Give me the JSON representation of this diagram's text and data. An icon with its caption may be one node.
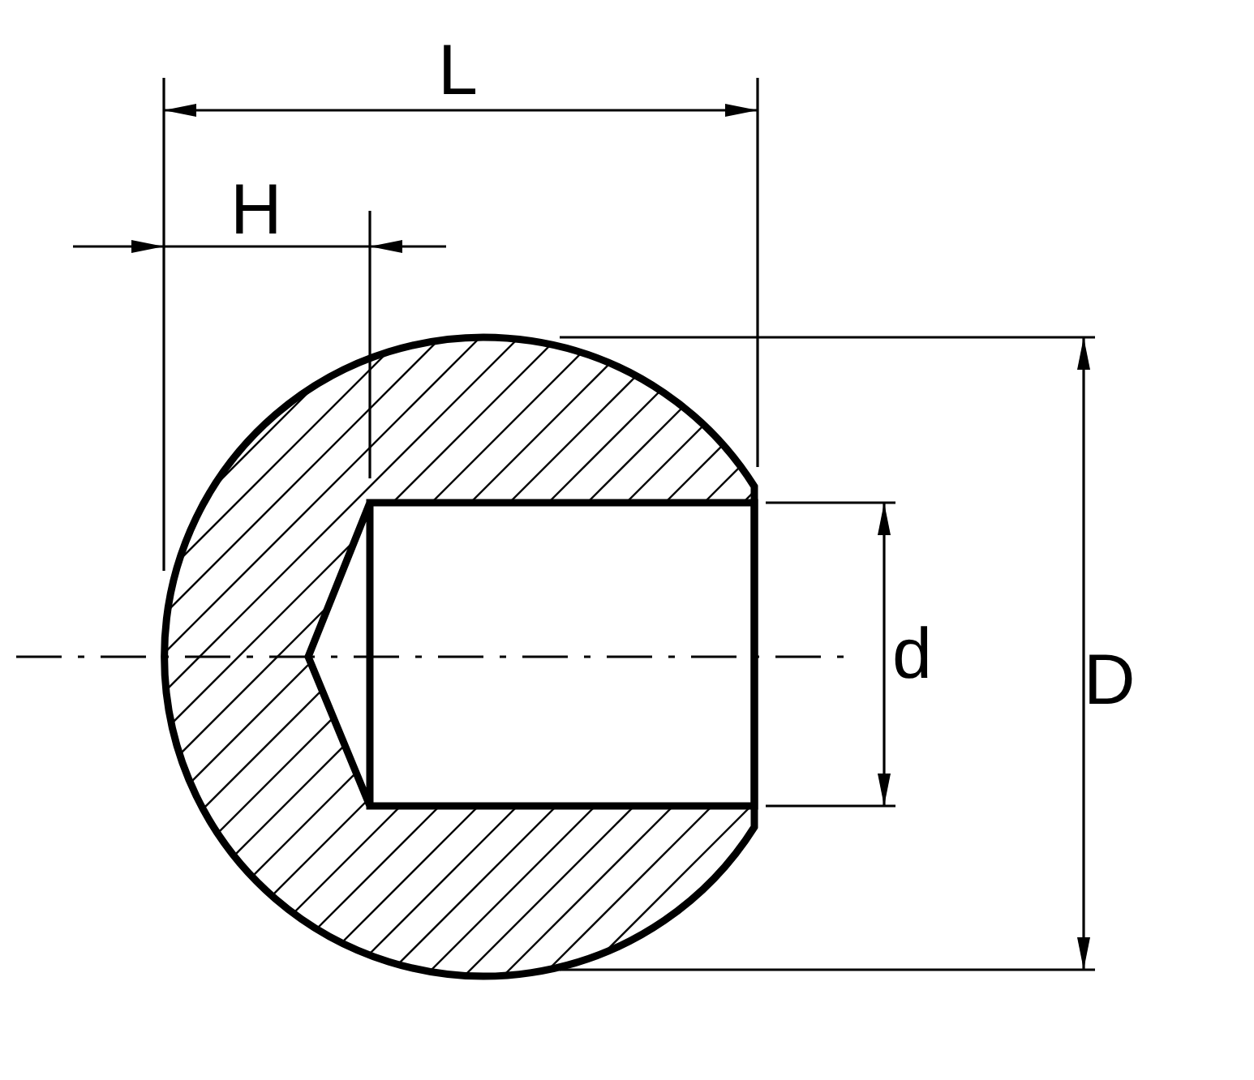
{
  "diagram": {
    "labels": [
      "L",
      "H",
      "d",
      "D"
    ]
  }
}
